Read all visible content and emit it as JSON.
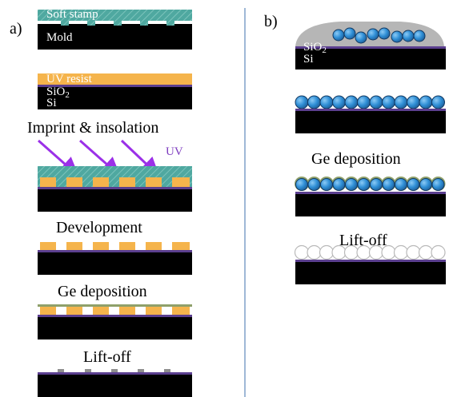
{
  "panel_a": {
    "label": "a)",
    "soft_stamp": "Soft stamp",
    "mold": "Mold",
    "uv_resist": "UV resist",
    "sio2": "SiO",
    "sio2_sub": "2",
    "si": "Si",
    "step_imprint": "Imprint & insolation",
    "uv": "UV",
    "step_development": "Development",
    "step_ge_deposition": "Ge deposition",
    "step_liftoff": "Lift-off"
  },
  "panel_b": {
    "label": "b)",
    "sio2": "SiO",
    "sio2_sub": "2",
    "si": "Si",
    "step_ge_deposition": "Ge deposition",
    "step_liftoff": "Lift-off"
  },
  "colors": {
    "substrate": "#000000",
    "sio2_layer": "#5b3f8f",
    "stamp": "#4fa8a0",
    "resist": "#f5b44c",
    "uv_arrow": "#9b30e8",
    "sphere": "#2f8fd6",
    "ge_shell": "#8fa06a",
    "divider": "#9fb8d6"
  }
}
